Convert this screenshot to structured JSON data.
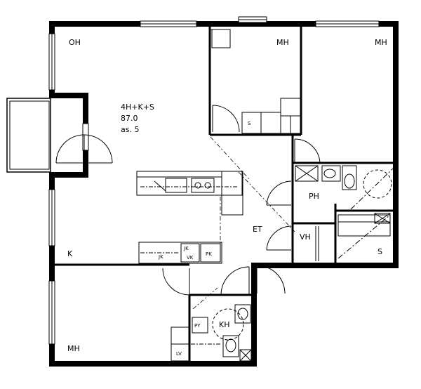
{
  "apartment": {
    "type": "4H+K+S",
    "area": "87.0",
    "unit": "as. 5"
  },
  "rooms": {
    "oh": "OH",
    "mh_top_middle": "MH",
    "mh_top_right": "MH",
    "mh_bottom_left": "MH",
    "kitchen": "K",
    "entry": "ET",
    "bathroom": "PH",
    "sauna": "S",
    "closet_vh": "VH",
    "toilet_kh": "KH"
  },
  "fixtures": {
    "wardrobe_s": "S",
    "jk": "JK",
    "vk": "VK",
    "pk": "PK",
    "py": "PY",
    "lv": "LV",
    "kitchen_mark": "JK"
  }
}
